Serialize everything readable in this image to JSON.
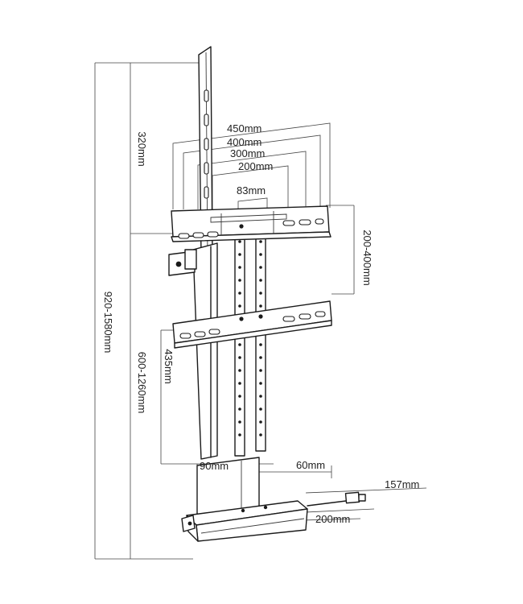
{
  "dimensions": {
    "total_height": "920-1580mm",
    "top_offset": "320mm",
    "screen_height": "600-1260mm",
    "travel": "435mm",
    "vesa_vertical": "200-400mm",
    "width_450": "450mm",
    "width_400": "400mm",
    "width_300": "300mm",
    "width_200": "200mm",
    "width_83": "83mm",
    "base_90": "90mm",
    "base_60": "60mm",
    "cable_157": "157mm",
    "base_200": "200mm"
  }
}
